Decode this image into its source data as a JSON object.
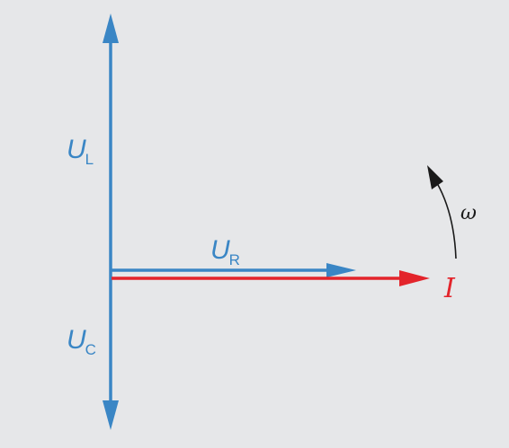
{
  "colors": {
    "background": "#e6e7e9",
    "voltage_phasor": "#3a86c5",
    "current_phasor": "#e3242b",
    "rotation_arrow": "#1a1a1a"
  },
  "labels": {
    "inductor_voltage": {
      "main": "U",
      "sub": "L"
    },
    "capacitor_voltage": {
      "main": "U",
      "sub": "C"
    },
    "resistor_voltage": {
      "main": "U",
      "sub": "R"
    },
    "current": "I",
    "angular_velocity": "ω"
  },
  "icons": {
    "arrowhead": "triangle-arrowhead",
    "rotation": "curved-arrow-counterclockwise"
  }
}
